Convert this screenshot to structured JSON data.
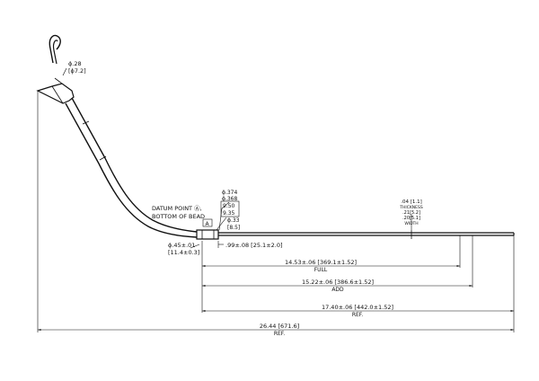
{
  "callouts": {
    "wire_dia": "ϕ.28",
    "wire_dia_mm": "[ϕ7.2]",
    "datum_line1": "DATUM POINT Ⓐ,",
    "datum_line2": "BOTTOM OF BEAD",
    "datum_marker": "A",
    "bead_dia": "ϕ.45±.01",
    "bead_dia_mm": "[11.4±0.3]",
    "tube_od1": "ϕ.374",
    "tube_od2": "ϕ.368",
    "tube_box1": "9.50",
    "tube_box2": "9.35",
    "blade_dia": "ϕ.33",
    "blade_dia_mm": "[8.5]",
    "thickness_val": ".04 [1.1]",
    "thickness_label": "THICKNESS",
    "width1": ".21[5.2]",
    "width2": ".20[5.1]",
    "width_label": "WIDTH"
  },
  "dims": {
    "short": ".99±.08 [25.1±2.0]",
    "full_value": "14.53±.06 [369.1±1.52]",
    "full_label": "FULL",
    "add_value": "15.22±.06 [386.6±1.52]",
    "add_label": "ADD",
    "ref1_value": "17.40±.06 [442.0±1.52]",
    "ref1_label": "REF.",
    "overall_value": "26.44 [671.6]",
    "overall_label": "REF."
  }
}
